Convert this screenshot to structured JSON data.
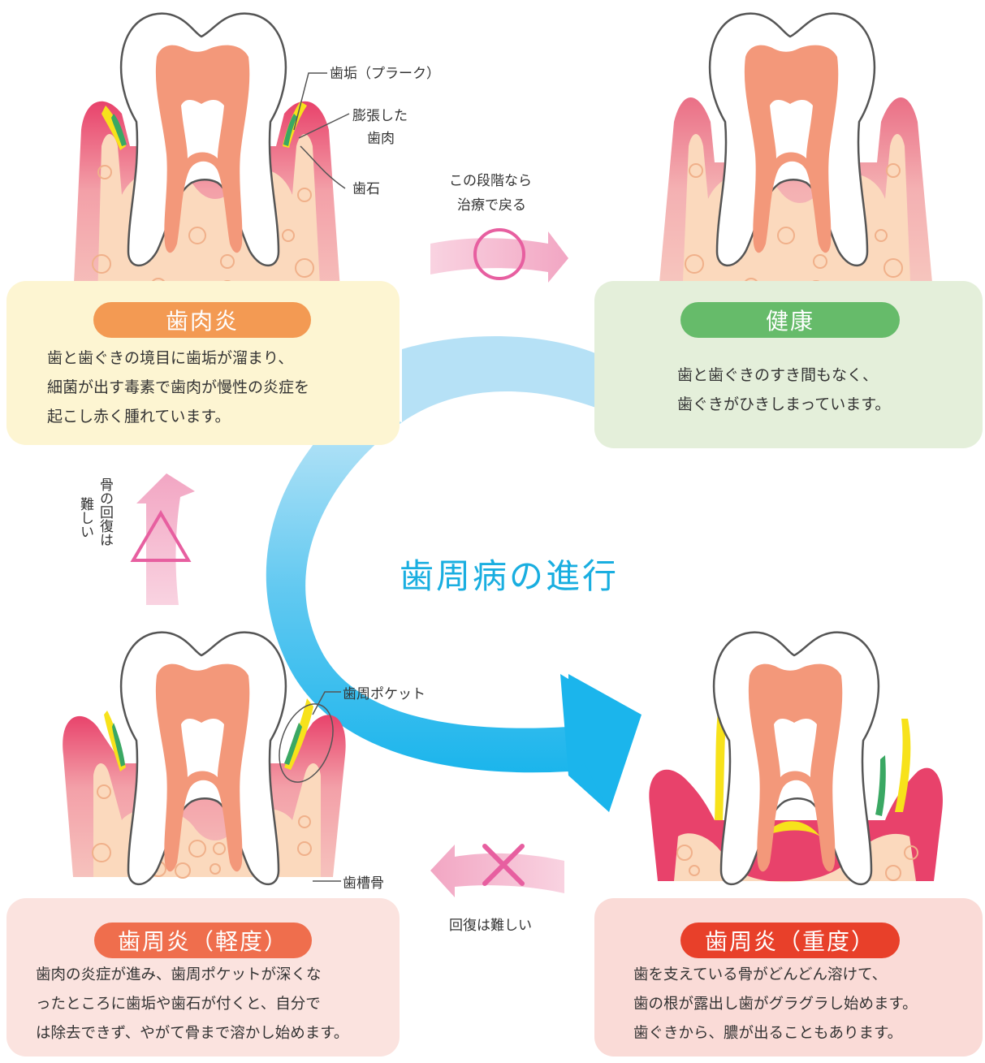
{
  "center_title": "歯周病の進行",
  "stages": {
    "gingivitis": {
      "title": "歯肉炎",
      "lines": [
        "歯と歯ぐきの境目に歯垢が溜まり、",
        "細菌が出す毒素で歯肉が慢性の炎症を",
        "起こし赤く腫れています。"
      ],
      "color": "#f39a53"
    },
    "healthy": {
      "title": "健康",
      "lines": [
        "歯と歯ぐきのすき間もなく、",
        "歯ぐきがひきしまっています。"
      ],
      "color": "#66bb6a"
    },
    "mild": {
      "title": "歯周炎（軽度）",
      "lines": [
        "歯肉の炎症が進み、歯周ポケットが深くな",
        "ったところに歯垢や歯石が付くと、自分で",
        "は除去できず、やがて骨まで溶かし始めます。"
      ],
      "color": "#ef6e4d"
    },
    "severe": {
      "title": "歯周炎（重度）",
      "lines": [
        "歯を支えている骨がどんどん溶けて、",
        "歯の根が露出し歯がグラグラし始めます。",
        "歯ぐきから、膿が出ることもあります。"
      ],
      "color": "#e8402a"
    }
  },
  "labels": {
    "plaque": "歯垢（プラーク）",
    "swollen_1": "膨張した",
    "swollen_2": "歯肉",
    "tartar": "歯石",
    "pocket": "歯周ポケット",
    "alveolar": "歯槽骨"
  },
  "transitions": {
    "recover_line1": "この段階なら",
    "recover_line2": "治療で戻る",
    "bone_hard_col1": "骨の回復は",
    "bone_hard_col2": "難しい",
    "recovery_hard": "回復は難しい"
  },
  "colors": {
    "gum_pink": "#e8426b",
    "bone": "#fbd9bd",
    "pulp": "#f3987a",
    "plaque": "#f7e21b",
    "tartar": "#3aa863",
    "arrow_blue": "#2bb3ee",
    "arrow_pink": "#f4b3cc"
  }
}
